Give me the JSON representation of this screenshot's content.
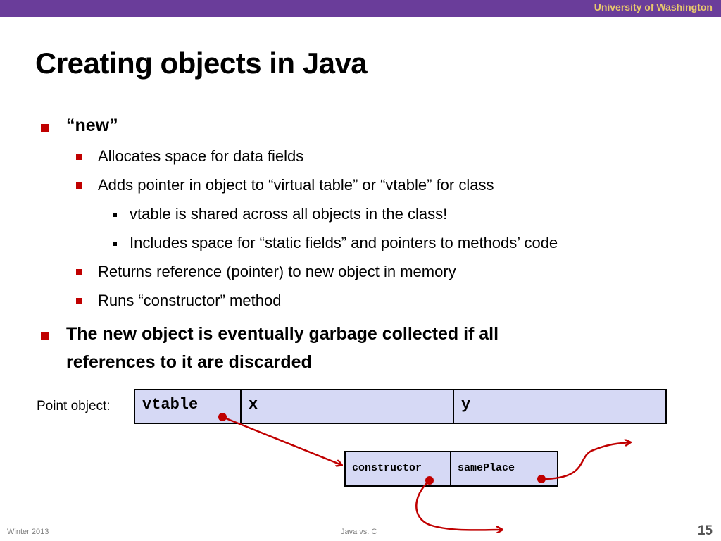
{
  "header": {
    "university": "University of Washington"
  },
  "slide": {
    "title": "Creating objects in Java",
    "bullets": {
      "new": "“new”",
      "alloc": "Allocates space for data fields",
      "adds": "Adds pointer in object to “virtual table” or “vtable” for class",
      "shared": "vtable is shared across all objects in the class!",
      "includes": "Includes space for “static fields” and pointers to methods’ code",
      "returns": "Returns reference (pointer) to new object in memory",
      "runs": "Runs “constructor” method",
      "gc_line1": "The new object is eventually garbage collected if all",
      "gc_line2": "references to it are discarded"
    }
  },
  "diagram": {
    "object_label": "Point object:",
    "object_fields": [
      "vtable",
      "x",
      "y"
    ],
    "vtable_fields": [
      "constructor",
      "samePlace"
    ]
  },
  "colors": {
    "header_bar": "#6a3d9a",
    "accent": "#c00000",
    "cell_fill": "#d6d9f5"
  },
  "footer": {
    "left": "Winter 2013",
    "center": "Java vs. C",
    "page": "15"
  }
}
